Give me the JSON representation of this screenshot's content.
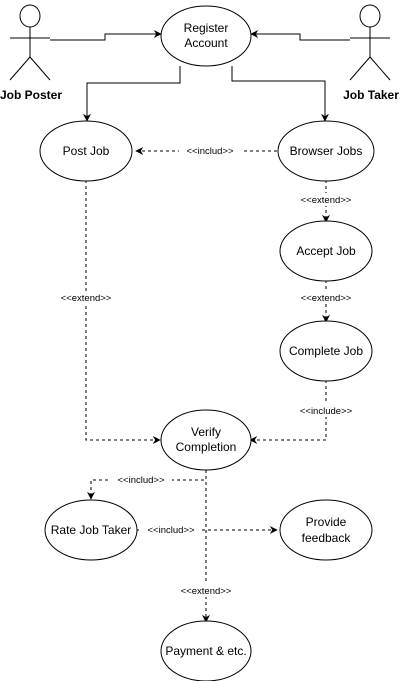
{
  "actors": {
    "job_poster": "Job Poster",
    "job_taker": "Job Taker"
  },
  "use_cases": {
    "register_account": [
      "Register",
      "Account"
    ],
    "post_job": "Post Job",
    "browser_jobs": "Browser Jobs",
    "accept_job": "Accept Job",
    "complete_job": "Complete Job",
    "verify_completion": [
      "Verify",
      "Completion"
    ],
    "rate_job_taker": "Rate Job Taker",
    "provide_feedback": [
      "Provide",
      "feedback"
    ],
    "payment": "Payment & etc."
  },
  "relationships": {
    "include_browse_post": "<<includ>>",
    "extend_browse_accept": "<<extend>>",
    "extend_accept_complete": "<<extend>>",
    "extend_post_verify": "<<extend>>",
    "include_complete_verify": "<<include>>",
    "include_verify_rate": "<<includ>>",
    "include_rate_feedback": "<<includ>>",
    "extend_verify_payment": "<<extend>>"
  }
}
